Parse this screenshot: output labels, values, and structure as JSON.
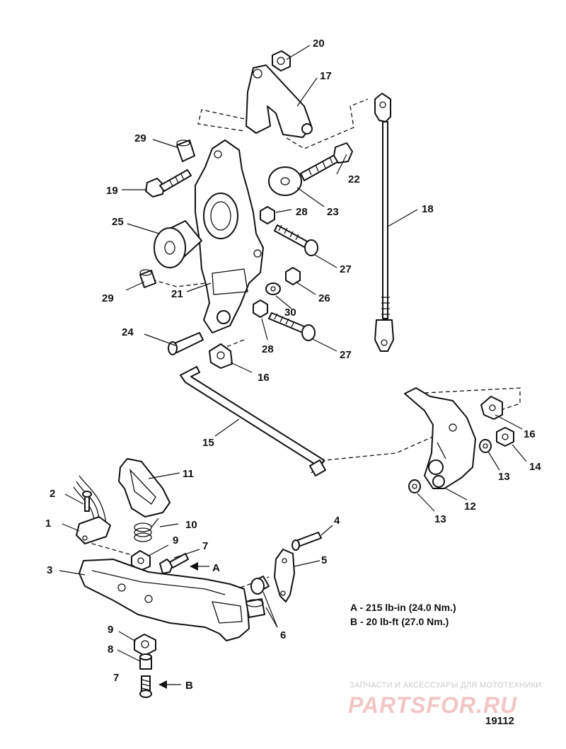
{
  "callouts": {
    "c1": "1",
    "c2": "2",
    "c3": "3",
    "c4": "4",
    "c5": "5",
    "c6": "6",
    "c7a": "7",
    "c7b": "7",
    "c8": "8",
    "c9a": "9",
    "c9b": "9",
    "c10": "10",
    "c11": "11",
    "c12": "12",
    "c13a": "13",
    "c13b": "13",
    "c14": "14",
    "c15": "15",
    "c16a": "16",
    "c16b": "16",
    "c17": "17",
    "c18": "18",
    "c19": "19",
    "c20": "20",
    "c21": "21",
    "c22": "22",
    "c23": "23",
    "c24": "24",
    "c25": "25",
    "c26": "26",
    "c27a": "27",
    "c27b": "27",
    "c28a": "28",
    "c28b": "28",
    "c29a": "29",
    "c29b": "29",
    "c30": "30"
  },
  "markers": {
    "a": "A",
    "b": "B"
  },
  "torque_specs": [
    "A - 215 lb-in (24.0 Nm.)",
    "B - 20 lb-ft (27.0 Nm.)"
  ],
  "figure_number": "19112",
  "watermark": {
    "line": "ЗАПЧАСТИ И АКСЕССУАРЫ ДЛЯ МОТОТЕХНИКИ",
    "logo": "PARTSFOR.RU"
  }
}
